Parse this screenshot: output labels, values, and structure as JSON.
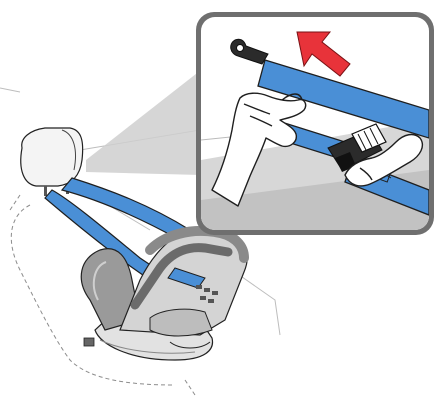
{
  "illustration": {
    "colors": {
      "strap": "#4a8fd6",
      "strap_outline": "#1f1f1f",
      "arrow": "#e8333a",
      "frame": "#6f6f6f",
      "seat_gray": "#9a9a9a",
      "seat_light": "#c8c8c8",
      "buckle": "#2b2b2b",
      "line": "#222222"
    },
    "icons": {
      "pull_direction": "red-up-left-arrow",
      "hand": "hand-gripping-strap",
      "tensioner": "strap-tensioner-buckle",
      "hook": "strap-hook"
    }
  }
}
